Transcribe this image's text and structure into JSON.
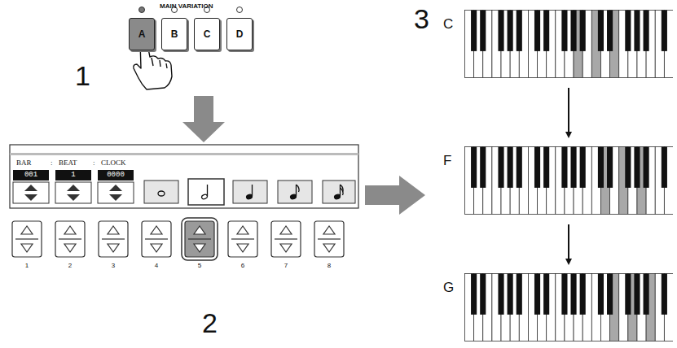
{
  "diagram": {
    "nodes": [
      {
        "text": [
          "A"
        ]
      },
      {
        "text": [
          "B"
        ]
      },
      {
        "text": [
          "C"
        ]
      },
      {
        "text": [
          "D"
        ]
      },
      {
        "text": [
          "C"
        ]
      },
      {
        "text": [
          "F"
        ]
      },
      {
        "text": [
          "G"
        ]
      }
    ],
    "edges": [
      {
        "from": 4,
        "to": 5,
        "arrow": "to"
      },
      {
        "from": 5,
        "to": 6,
        "arrow": "to"
      }
    ],
    "labels": [
      "MAIN VARIATION",
      "1",
      "BAR",
      ":",
      "BEAT",
      ":",
      "CLOCK",
      "001",
      "1",
      "0000",
      "1",
      "2",
      "3",
      "4",
      "5",
      "6",
      "7",
      "8",
      "2",
      "3"
    ]
  }
}
